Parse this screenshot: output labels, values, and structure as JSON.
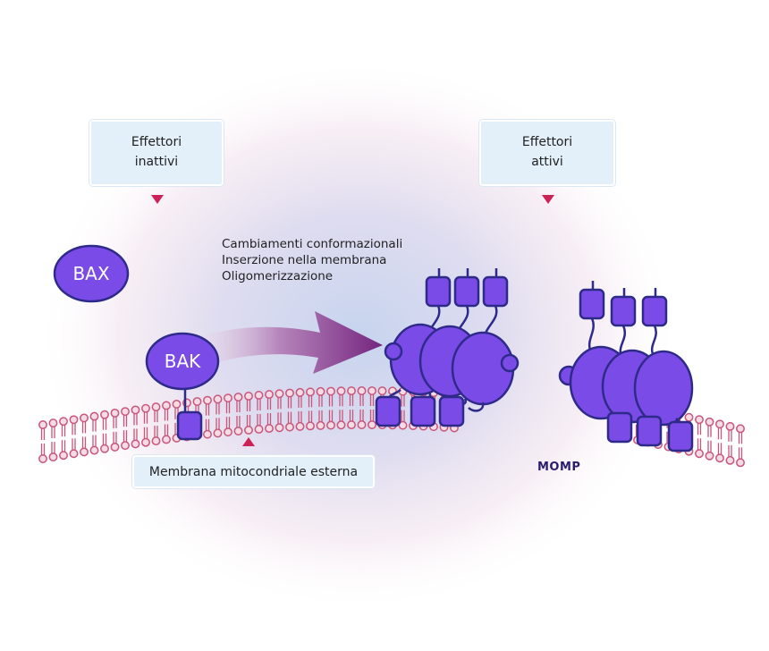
{
  "callouts": {
    "inactive": {
      "line1": "Effettori",
      "line2": "inattivi"
    },
    "active": {
      "line1": "Effettori",
      "line2": "attivi"
    },
    "membrane": {
      "label": "Membrana mitocondriale esterna"
    }
  },
  "process_steps": [
    "Cambiamenti conformazionali",
    "Inserzione nella membrana",
    "Oligomerizzazione"
  ],
  "proteins": {
    "bax": "BAX",
    "bak": "BAK"
  },
  "momp_label": "MOMP",
  "colors": {
    "protein_fill": "#7a4be6",
    "protein_stroke": "#2e2a8a",
    "membrane_lipid": "#c9557a",
    "membrane_head_fill": "#f4dbe4",
    "arrow_dark": "#7a2a86",
    "arrow_light": "#ead8ea",
    "callout_bg": "#e3f0f9",
    "pointer": "#cc2257"
  }
}
